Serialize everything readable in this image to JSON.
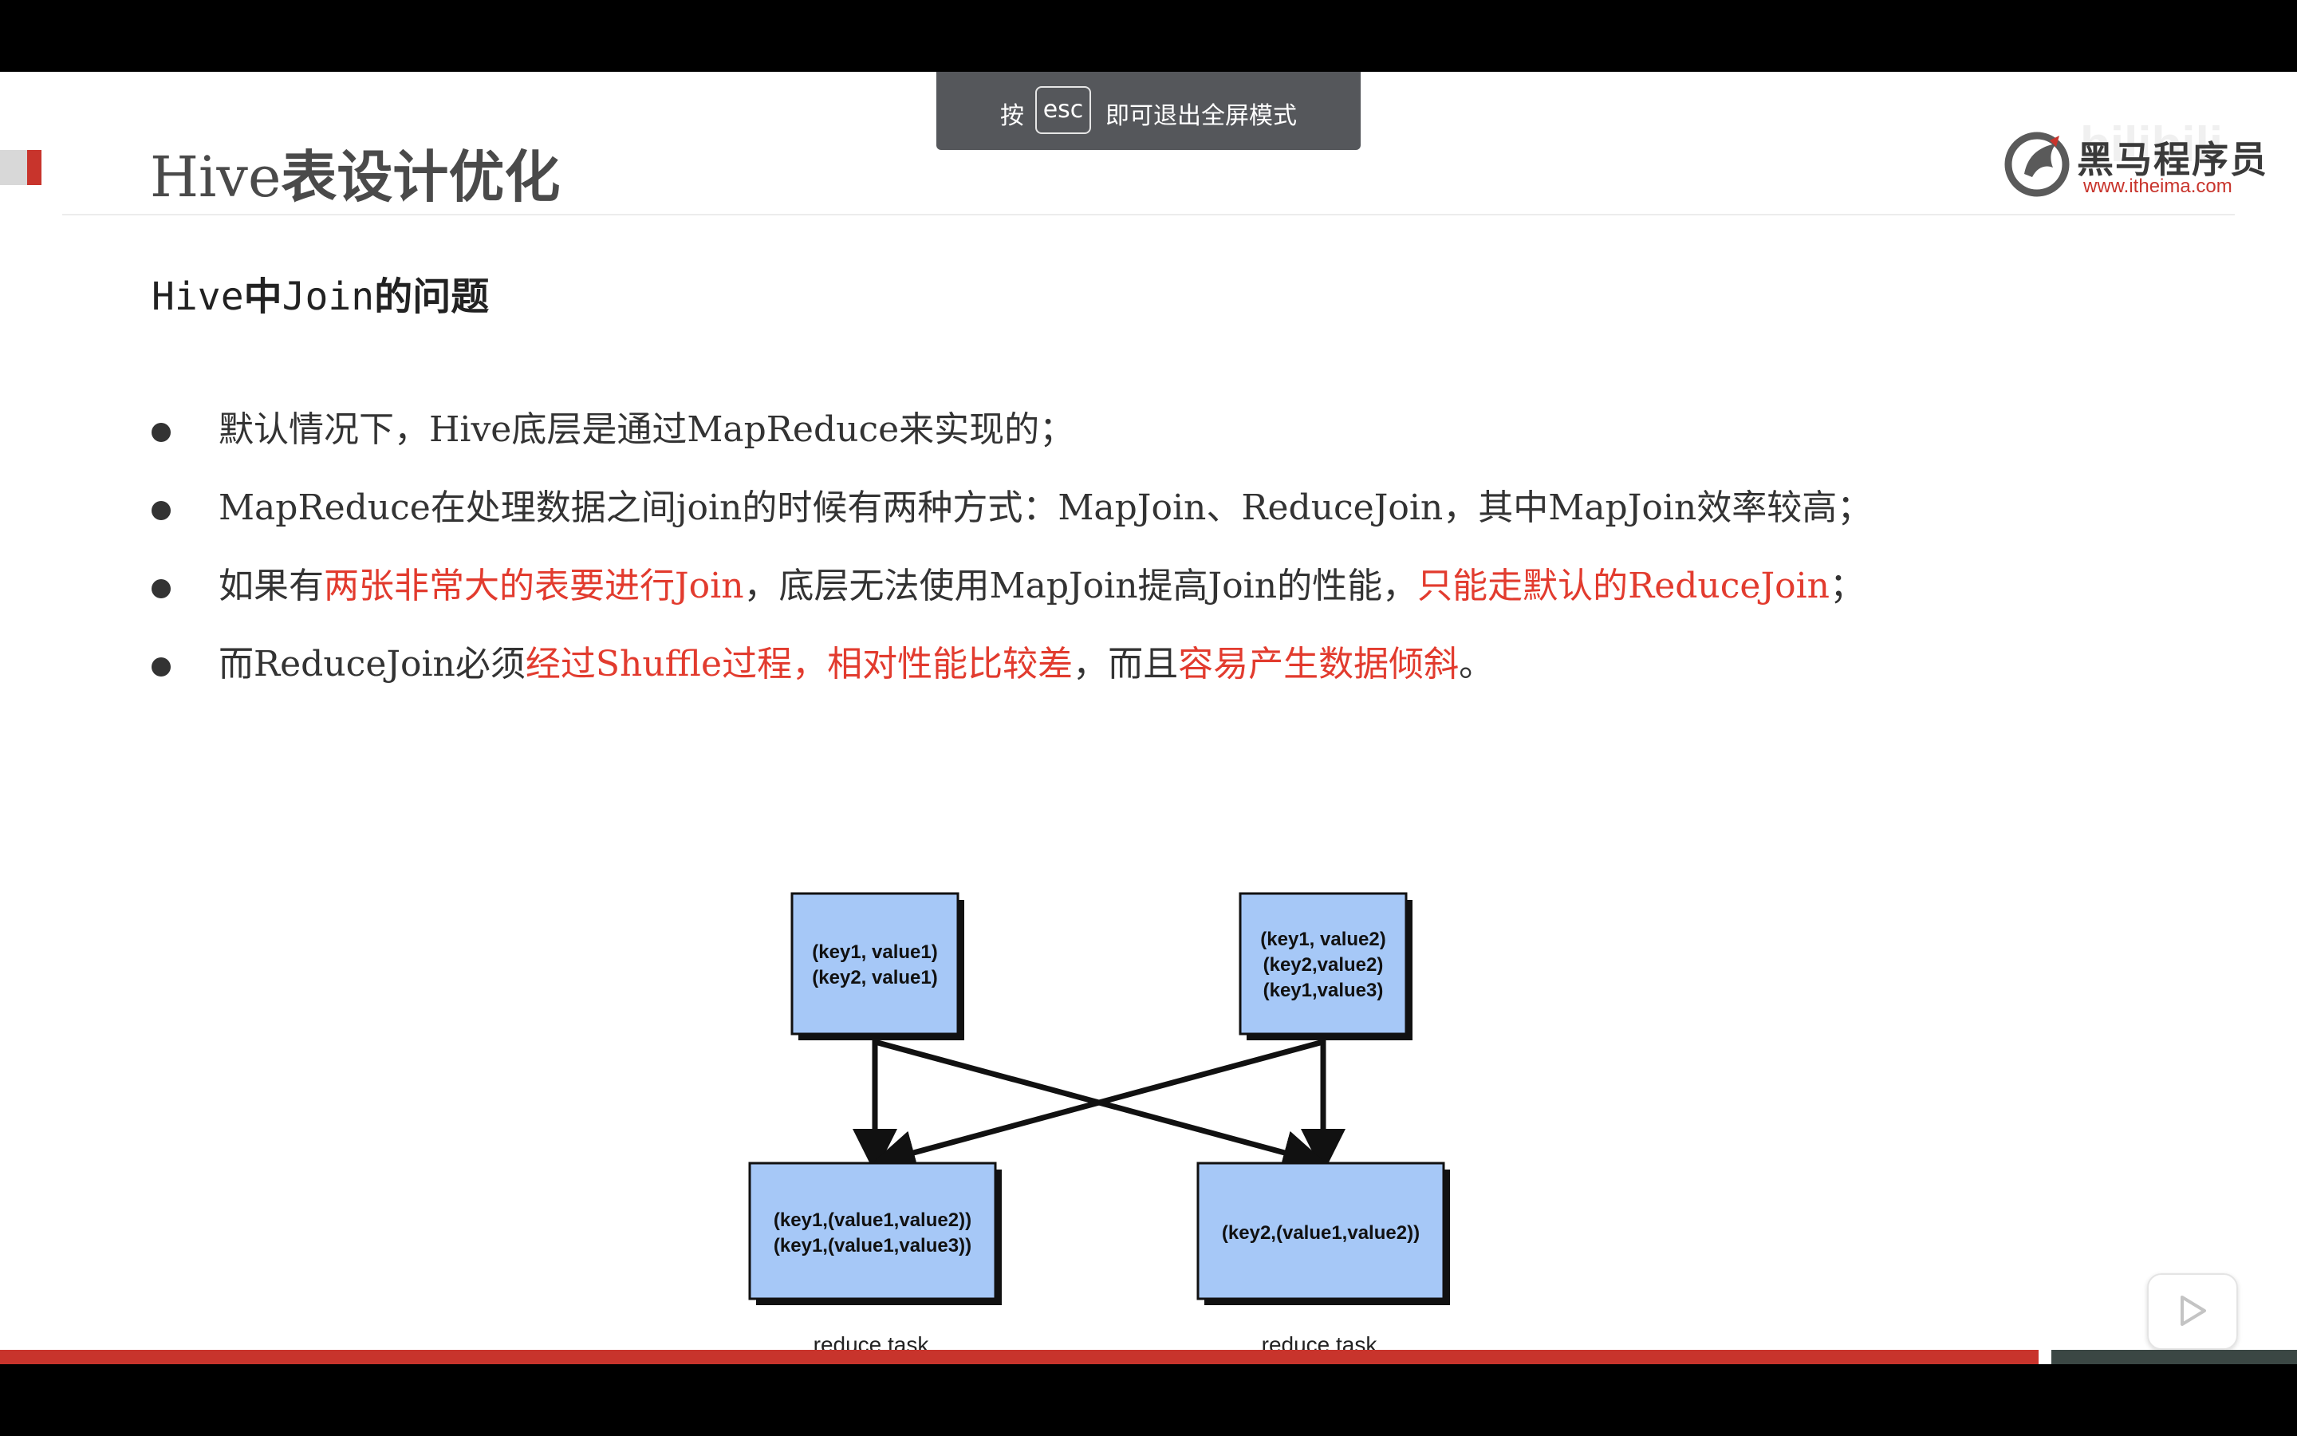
{
  "slide": {
    "title_prefix": "Hive",
    "title_main": "表设计优化",
    "section_title_parts": [
      "Hive",
      "中",
      "Join",
      "的问题"
    ],
    "bullets": [
      [
        {
          "t": "默认情况下，"
        },
        {
          "t": "Hive"
        },
        {
          "t": "底层是通过"
        },
        {
          "t": "MapReduce"
        },
        {
          "t": "来实现的；"
        }
      ],
      [
        {
          "t": "MapReduce"
        },
        {
          "t": "在处理数据之间"
        },
        {
          "t": "join"
        },
        {
          "t": "的时候有两种方式："
        },
        {
          "t": "MapJoin"
        },
        {
          "t": "、"
        },
        {
          "t": "ReduceJoin"
        },
        {
          "t": "，其中"
        },
        {
          "t": "MapJoin"
        },
        {
          "t": "效率较高；"
        }
      ],
      [
        {
          "t": "如果有"
        },
        {
          "t": "两张非常大的表要进行",
          "red": true
        },
        {
          "t": "Join",
          "red": true
        },
        {
          "t": "，底层无法使用"
        },
        {
          "t": "MapJoin"
        },
        {
          "t": "提高"
        },
        {
          "t": "Join"
        },
        {
          "t": "的性能，"
        },
        {
          "t": "只能走默认的",
          "red": true
        },
        {
          "t": "ReduceJoin",
          "red": true
        },
        {
          "t": "；"
        }
      ],
      [
        {
          "t": "而"
        },
        {
          "t": "ReduceJoin"
        },
        {
          "t": "必须"
        },
        {
          "t": "经过",
          "red": true
        },
        {
          "t": "Shuffle",
          "red": true
        },
        {
          "t": "过程，相对性能比较差",
          "red": true
        },
        {
          "t": "，而且"
        },
        {
          "t": "容易产生数据倾斜",
          "red": true
        },
        {
          "t": "。"
        }
      ]
    ]
  },
  "diagram": {
    "map_left": [
      "(key1, value1)",
      "(key2, value1)"
    ],
    "map_right": [
      "(key1, value2)",
      "(key2,value2)",
      "(key1,value3)"
    ],
    "reduce_left": [
      "(key1,(value1,value2))",
      "(key1,(value1,value3))"
    ],
    "reduce_right": [
      "(key2,(value1,value2))"
    ],
    "reduce_label_left": "reduce task",
    "reduce_label_right": "reduce task",
    "box_fill": "#a6c8f7",
    "box_stroke": "#111111"
  },
  "logo": {
    "name_cn": "黑马程序员",
    "url": "www.itheima.com",
    "watermark": "bilibili"
  },
  "esc_banner": {
    "press": "按",
    "key": "esc",
    "message": "即可退出全屏模式"
  },
  "colors": {
    "accent_red": "#c8342c",
    "highlight_red": "#e23b2e",
    "text_dark": "#333333"
  }
}
